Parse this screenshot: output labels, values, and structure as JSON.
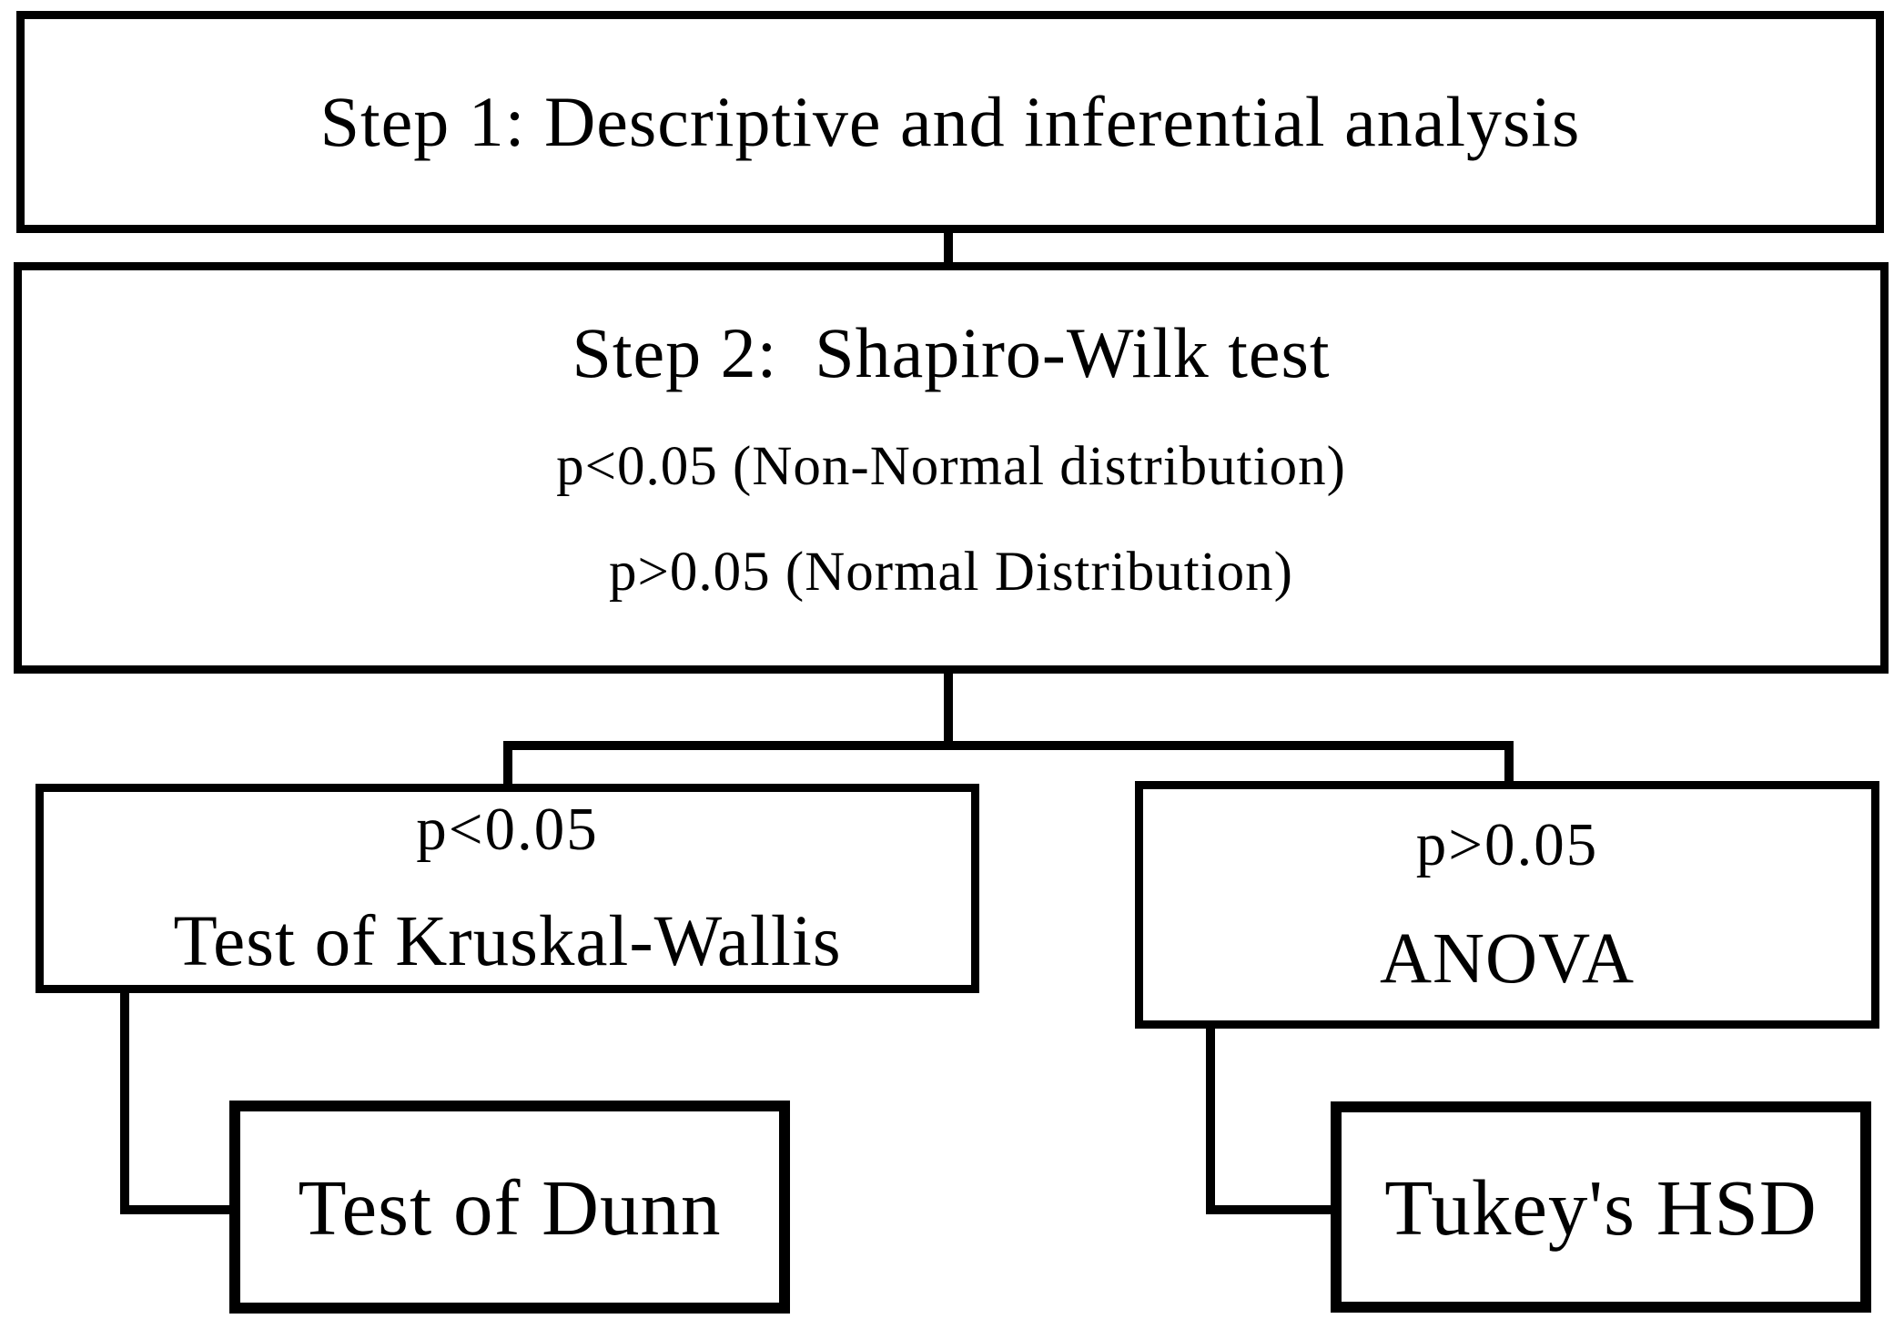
{
  "diagram": {
    "title": "Statistical analysis decision flowchart",
    "background_color": "#ffffff",
    "line_color": "#000000",
    "text_color": "#000000",
    "step1": {
      "title": "Step 1: Descriptive and inferential analysis"
    },
    "step2": {
      "title": "Step 2:  Shapiro-Wilk test",
      "condition_non_normal": "p<0.05 (Non-Normal distribution)",
      "condition_normal": "p>0.05 (Normal Distribution)"
    },
    "left_branch": {
      "condition": "p<0.05",
      "test": "Test of Kruskal-Wallis",
      "posthoc": "Test of Dunn"
    },
    "right_branch": {
      "condition": "p>0.05",
      "test": "ANOVA",
      "posthoc": "Tukey's HSD"
    }
  }
}
